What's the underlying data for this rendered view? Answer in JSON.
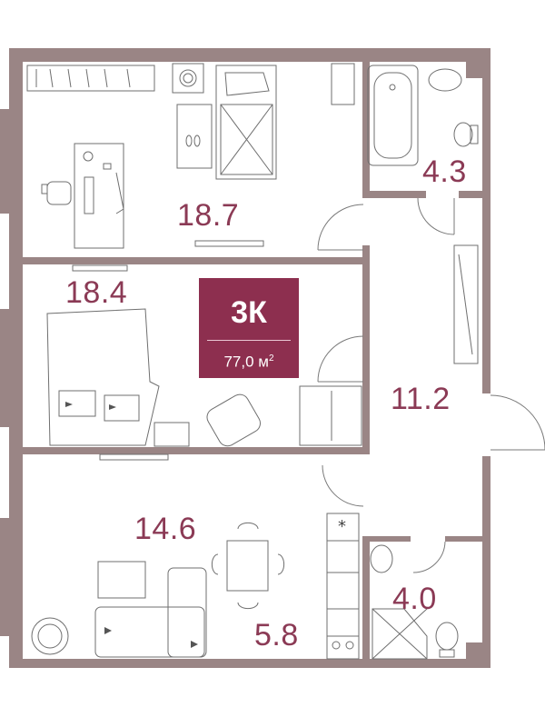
{
  "plan": {
    "badge": {
      "rooms": "3К",
      "total_area": "77,0 м",
      "unit_power": "2"
    },
    "rooms": [
      {
        "id": "bedroom-top",
        "area": "18.7"
      },
      {
        "id": "bathroom",
        "area": "4.3"
      },
      {
        "id": "bedroom-middle",
        "area": "18.4"
      },
      {
        "id": "hallway",
        "area": "11.2"
      },
      {
        "id": "living-room",
        "area": "14.6"
      },
      {
        "id": "kitchen",
        "area": "5.8"
      },
      {
        "id": "toilet-shower",
        "area": "4.0"
      }
    ],
    "colors": {
      "wall": "#9a8585",
      "line": "#6f6f6f",
      "accent": "#8d2f4f",
      "label": "#8b3a55"
    }
  }
}
